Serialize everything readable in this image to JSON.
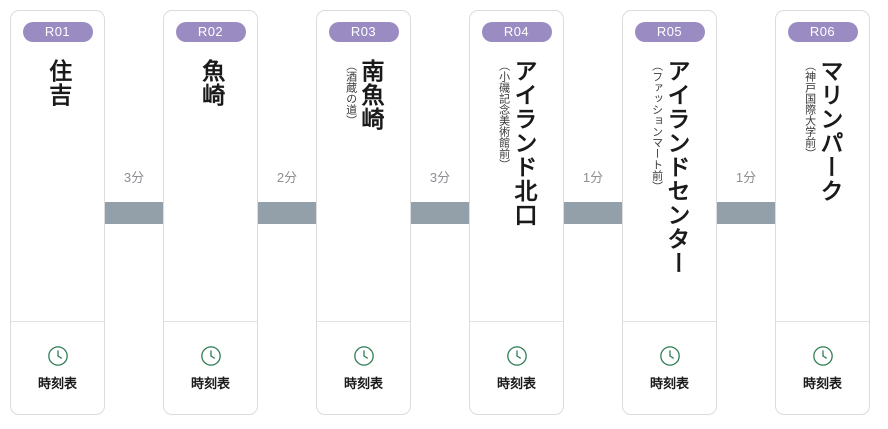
{
  "theme": {
    "badge_color": "#9a8cc3",
    "connector_color": "#94a0a9",
    "clock_icon_color": "#2e7d52",
    "card_border_color": "#dcdcdc",
    "minute_label_color": "#8e8e93"
  },
  "stations": [
    {
      "code": "R01",
      "name": "住吉",
      "sub_name": "",
      "timetable_label": "時刻表",
      "clock_icon": "clock-icon"
    },
    {
      "code": "R02",
      "name": "魚崎",
      "sub_name": "",
      "timetable_label": "時刻表",
      "clock_icon": "clock-icon"
    },
    {
      "code": "R03",
      "name": "南魚崎",
      "sub_name": "（酒蔵の道）",
      "timetable_label": "時刻表",
      "clock_icon": "clock-icon"
    },
    {
      "code": "R04",
      "name": "アイランド北口",
      "sub_name": "（小磯記念美術館前）",
      "timetable_label": "時刻表",
      "clock_icon": "clock-icon"
    },
    {
      "code": "R05",
      "name": "アイランドセンター",
      "sub_name": "（ファッションマート前）",
      "timetable_label": "時刻表",
      "clock_icon": "clock-icon"
    },
    {
      "code": "R06",
      "name": "マリンパーク",
      "sub_name": "（神戸国際大学前）",
      "timetable_label": "時刻表",
      "clock_icon": "clock-icon"
    }
  ],
  "connectors": [
    {
      "duration": "3分"
    },
    {
      "duration": "2分"
    },
    {
      "duration": "3分"
    },
    {
      "duration": "1分"
    },
    {
      "duration": "1分"
    }
  ]
}
